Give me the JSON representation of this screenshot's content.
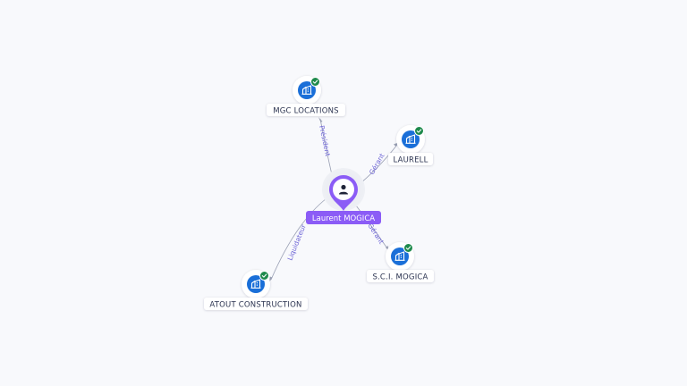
{
  "graph": {
    "center": {
      "name": "Laurent MOGICA",
      "icon": "person-icon",
      "color": "#8b5cf6"
    },
    "companies": [
      {
        "id": "mgc",
        "name": "MGC LOCATIONS",
        "icon": "building-icon",
        "verified": true,
        "role": "Président"
      },
      {
        "id": "laurell",
        "name": "LAURELL",
        "icon": "building-icon",
        "verified": true,
        "role": "Gérant"
      },
      {
        "id": "sci",
        "name": "S.C.I. MOGICA",
        "icon": "building-icon",
        "verified": true,
        "role": "Gérant"
      },
      {
        "id": "atout",
        "name": "ATOUT CONSTRUCTION",
        "icon": "building-icon",
        "verified": true,
        "role": "Liquidateur"
      }
    ],
    "colors": {
      "company_icon": "#1a6fd8",
      "verified_badge": "#1e8a4c",
      "edge": "#9aa0b4",
      "edge_label": "#6c63d6"
    }
  }
}
